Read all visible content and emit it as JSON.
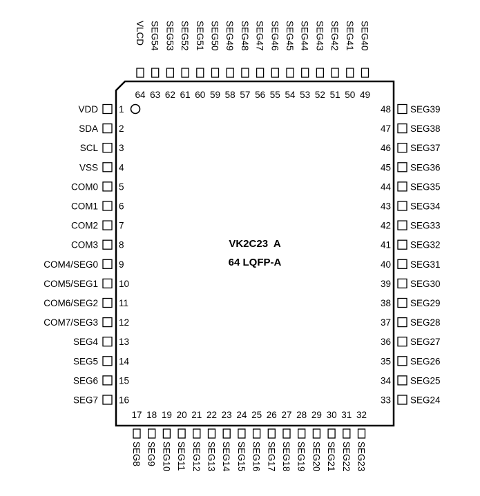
{
  "chip": {
    "name": "VK2C23  A",
    "package": "64 LQFP-A"
  },
  "pins": {
    "left": [
      {
        "num": "1",
        "label": "VDD"
      },
      {
        "num": "2",
        "label": "SDA"
      },
      {
        "num": "3",
        "label": "SCL"
      },
      {
        "num": "4",
        "label": "VSS"
      },
      {
        "num": "5",
        "label": "COM0"
      },
      {
        "num": "6",
        "label": "COM1"
      },
      {
        "num": "7",
        "label": "COM2"
      },
      {
        "num": "8",
        "label": "COM3"
      },
      {
        "num": "9",
        "label": "COM4/SEG0"
      },
      {
        "num": "10",
        "label": "COM5/SEG1"
      },
      {
        "num": "11",
        "label": "COM6/SEG2"
      },
      {
        "num": "12",
        "label": "COM7/SEG3"
      },
      {
        "num": "13",
        "label": "SEG4"
      },
      {
        "num": "14",
        "label": "SEG5"
      },
      {
        "num": "15",
        "label": "SEG6"
      },
      {
        "num": "16",
        "label": "SEG7"
      }
    ],
    "bottom": [
      {
        "num": "17",
        "label": "SEG8"
      },
      {
        "num": "18",
        "label": "SEG9"
      },
      {
        "num": "19",
        "label": "SEG10"
      },
      {
        "num": "20",
        "label": "SEG11"
      },
      {
        "num": "21",
        "label": "SEG12"
      },
      {
        "num": "22",
        "label": "SEG13"
      },
      {
        "num": "23",
        "label": "SEG14"
      },
      {
        "num": "24",
        "label": "SEG15"
      },
      {
        "num": "25",
        "label": "SEG16"
      },
      {
        "num": "26",
        "label": "SEG17"
      },
      {
        "num": "27",
        "label": "SEG18"
      },
      {
        "num": "28",
        "label": "SEG19"
      },
      {
        "num": "29",
        "label": "SEG20"
      },
      {
        "num": "30",
        "label": "SEG21"
      },
      {
        "num": "31",
        "label": "SEG22"
      },
      {
        "num": "32",
        "label": "SEG23"
      }
    ],
    "right": [
      {
        "num": "48",
        "label": "SEG39"
      },
      {
        "num": "47",
        "label": "SEG38"
      },
      {
        "num": "46",
        "label": "SEG37"
      },
      {
        "num": "45",
        "label": "SEG36"
      },
      {
        "num": "44",
        "label": "SEG35"
      },
      {
        "num": "43",
        "label": "SEG34"
      },
      {
        "num": "42",
        "label": "SEG33"
      },
      {
        "num": "41",
        "label": "SEG32"
      },
      {
        "num": "40",
        "label": "SEG31"
      },
      {
        "num": "39",
        "label": "SEG30"
      },
      {
        "num": "38",
        "label": "SEG29"
      },
      {
        "num": "37",
        "label": "SEG28"
      },
      {
        "num": "36",
        "label": "SEG27"
      },
      {
        "num": "35",
        "label": "SEG26"
      },
      {
        "num": "34",
        "label": "SEG25"
      },
      {
        "num": "33",
        "label": "SEG24"
      }
    ],
    "top": [
      {
        "num": "64",
        "label": "VLCD"
      },
      {
        "num": "63",
        "label": "SEG54"
      },
      {
        "num": "62",
        "label": "SEG53"
      },
      {
        "num": "61",
        "label": "SEG52"
      },
      {
        "num": "60",
        "label": "SEG51"
      },
      {
        "num": "59",
        "label": "SEG50"
      },
      {
        "num": "58",
        "label": "SEG49"
      },
      {
        "num": "57",
        "label": "SEG48"
      },
      {
        "num": "56",
        "label": "SEG47"
      },
      {
        "num": "55",
        "label": "SEG46"
      },
      {
        "num": "54",
        "label": "SEG45"
      },
      {
        "num": "53",
        "label": "SEG44"
      },
      {
        "num": "52",
        "label": "SEG43"
      },
      {
        "num": "51",
        "label": "SEG42"
      },
      {
        "num": "50",
        "label": "SEG41"
      },
      {
        "num": "49",
        "label": "SEG40"
      }
    ]
  }
}
